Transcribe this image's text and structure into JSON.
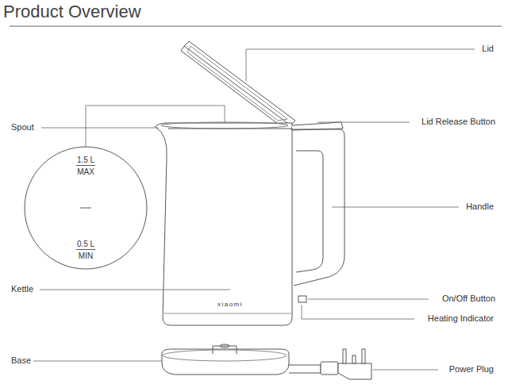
{
  "diagram": {
    "title": "Product Overview",
    "nodes": [
      {
        "text": [
          "1.5 L",
          "MAX",
          "0.5 L",
          "MIN"
        ]
      }
    ],
    "labels": [
      "Lid",
      "Lid Release Button",
      "Spout",
      "Handle",
      "Kettle",
      "On/Off Button",
      "Heating Indicator",
      "Base",
      "Power Plug"
    ]
  }
}
